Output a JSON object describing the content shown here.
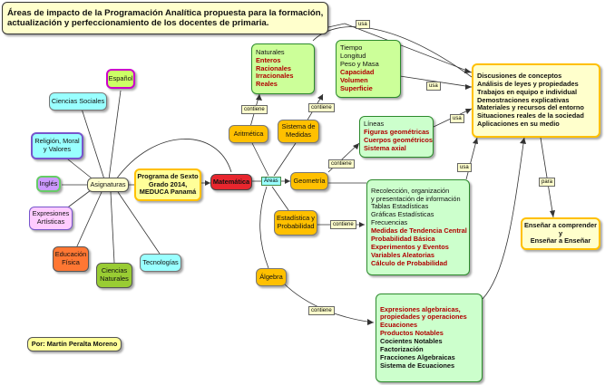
{
  "title": {
    "line1": "Áreas de impacto de la Programación Analítica propuesta para la formación,",
    "line2": "actualización y perfeccionamiento de los docentes de primaria."
  },
  "author": "Por: Martín Peralta Moreno",
  "nodes": {
    "asignaturas": "Asignaturas",
    "espanol": "Español",
    "ciencias_sociales": "Ciencias Sociales",
    "religion": [
      "Religión, Moral",
      "y Valores"
    ],
    "ingles": "Inglés",
    "expresiones_artisticas": [
      "Expresiones",
      "Artísticas"
    ],
    "educacion_fisica": [
      "Educación",
      "Física"
    ],
    "ciencias_naturales": [
      "Ciencias",
      "Naturales"
    ],
    "tecnologias": "Tecnologías",
    "programa": [
      "Programa de Sexto",
      "Grado 2014,",
      "MEDUCA Panamá"
    ],
    "matematica": "Matemática",
    "aritmetica": "Aritmética",
    "sistema_medidas": [
      "Sistema de",
      "Medidas"
    ],
    "geometria": "Geometría",
    "estadistica": [
      "Estadística y",
      "Probabilidad"
    ],
    "algebra": "Álgebra",
    "numeros": {
      "normal": [
        "Naturales"
      ],
      "highlight": [
        "Enteros",
        "Racionales",
        "Irracionales",
        "Reales"
      ]
    },
    "medidas": {
      "normal": [
        "Tiempo",
        "Longitud",
        "Peso y Masa"
      ],
      "highlight": [
        "Capacidad",
        "Volumen",
        "Superficie"
      ]
    },
    "lineas": {
      "normal": [
        "Líneas"
      ],
      "highlight": [
        "Figuras geométricas",
        "Cuerpos geométricos",
        "Sistema axial"
      ]
    },
    "estadistica_temas": {
      "normal": [
        "Recolección, organización",
        "y presentación de información",
        "Tablas Estadísticas",
        "Gráficas Estadísticas",
        "Frecuencias"
      ],
      "highlight": [
        "Medidas de Tendencia Central",
        "Probabilidad Básica",
        "Experimentos y Eventos",
        "Variables Aleatorias",
        "Cálculo de Probabilidad"
      ]
    },
    "algebra_temas": {
      "highlight": [
        "Expresiones algebraicas,",
        "propiedades y operaciones",
        "Ecuaciones",
        "Productos Notables"
      ],
      "normal": [
        "Cocientes Notables",
        "Factorización",
        "Fracciones Algebraicas",
        "Sistema de Ecuaciones"
      ]
    },
    "discusiones": [
      "Discusiones de conceptos",
      "Análisis de leyes y propiedades",
      "Trabajos en equipo e individual",
      "Demostraciones explicativas",
      "Materiales y recursos del entorno",
      "Situaciones reales de la sociedad",
      "Aplicaciones en su medio"
    ],
    "ensenar": [
      "Enseñar a comprender",
      "y",
      "Enseñar a Enseñar"
    ]
  },
  "link_labels": {
    "areas": "Áreas",
    "contiene_1": "contiene",
    "contiene_2": "contiene",
    "contiene_3": "contiene",
    "contiene_4": "contiene",
    "contiene_5": "contiene",
    "usa_1": "usa",
    "usa_2": "usa",
    "usa_3": "usa",
    "usa_4": "usa",
    "para": "para"
  },
  "colors": {
    "title_bg": "#ffffcc",
    "highlight_text": "#b00000",
    "lime": "#ccff99",
    "light_green": "#ccffcc",
    "orange": "#ffc000",
    "red": "#e8262e",
    "cyan": "#99ffff",
    "violet": "#cc99ff",
    "yellow": "#ffff99",
    "olive": "#99cc33",
    "orange_red": "#ff7733",
    "pink": "#ff99cc",
    "green_border": "#2d8a2d"
  }
}
